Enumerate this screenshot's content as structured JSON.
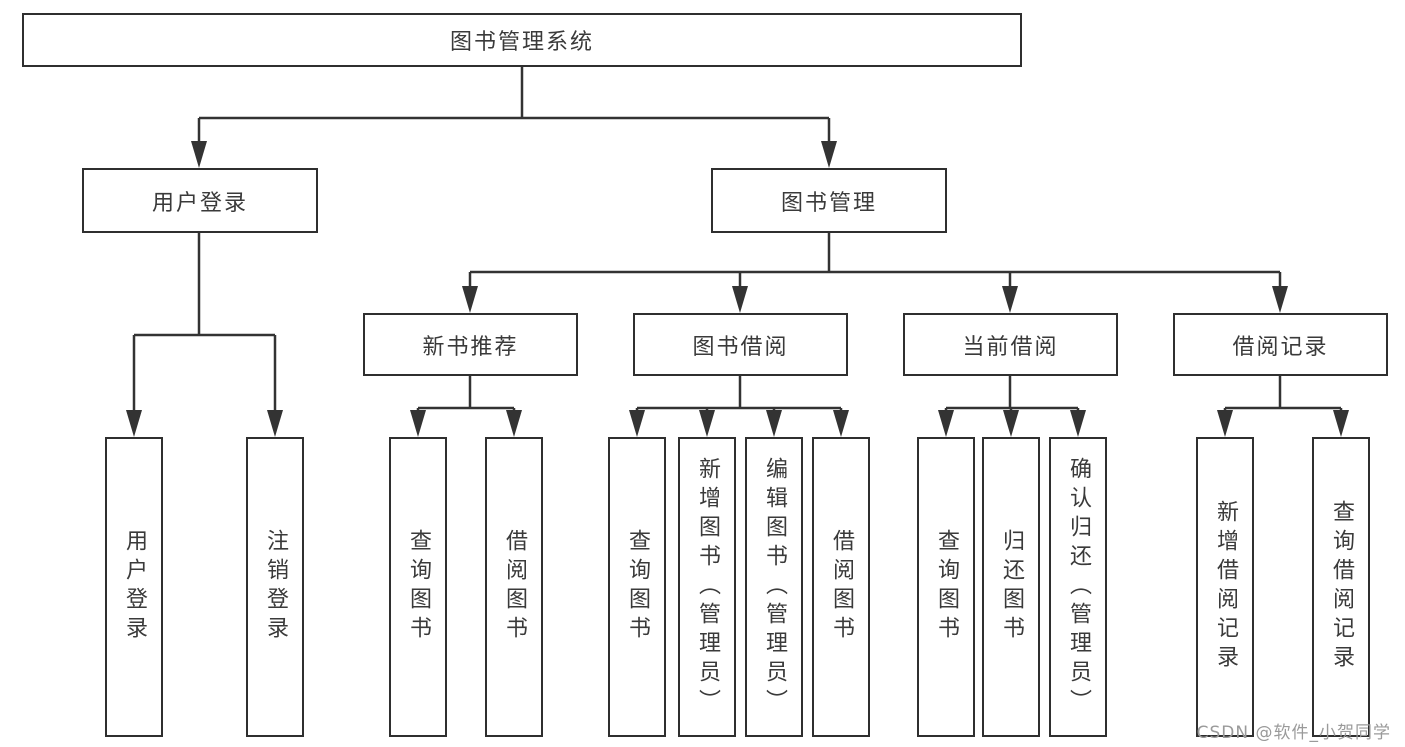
{
  "watermark": "CSDN @软件_小贺同学",
  "colors": {
    "line": "#333333",
    "text": "#3a3a3a",
    "watermark": "#9a9a9a",
    "background": "#ffffff"
  },
  "tree": {
    "root": "图书管理系统",
    "children": [
      {
        "label": "用户登录",
        "children": [
          "用户登录",
          "注销登录"
        ]
      },
      {
        "label": "图书管理",
        "children": [
          {
            "label": "新书推荐",
            "children": [
              "查询图书",
              "借阅图书"
            ]
          },
          {
            "label": "图书借阅",
            "children": [
              "查询图书",
              "新增图书（管理员）",
              "编辑图书（管理员）",
              "借阅图书"
            ]
          },
          {
            "label": "当前借阅",
            "children": [
              "查询图书",
              "归还图书",
              "确认归还（管理员）"
            ]
          },
          {
            "label": "借阅记录",
            "children": [
              "新增借阅记录",
              "查询借阅记录"
            ]
          }
        ]
      }
    ]
  }
}
